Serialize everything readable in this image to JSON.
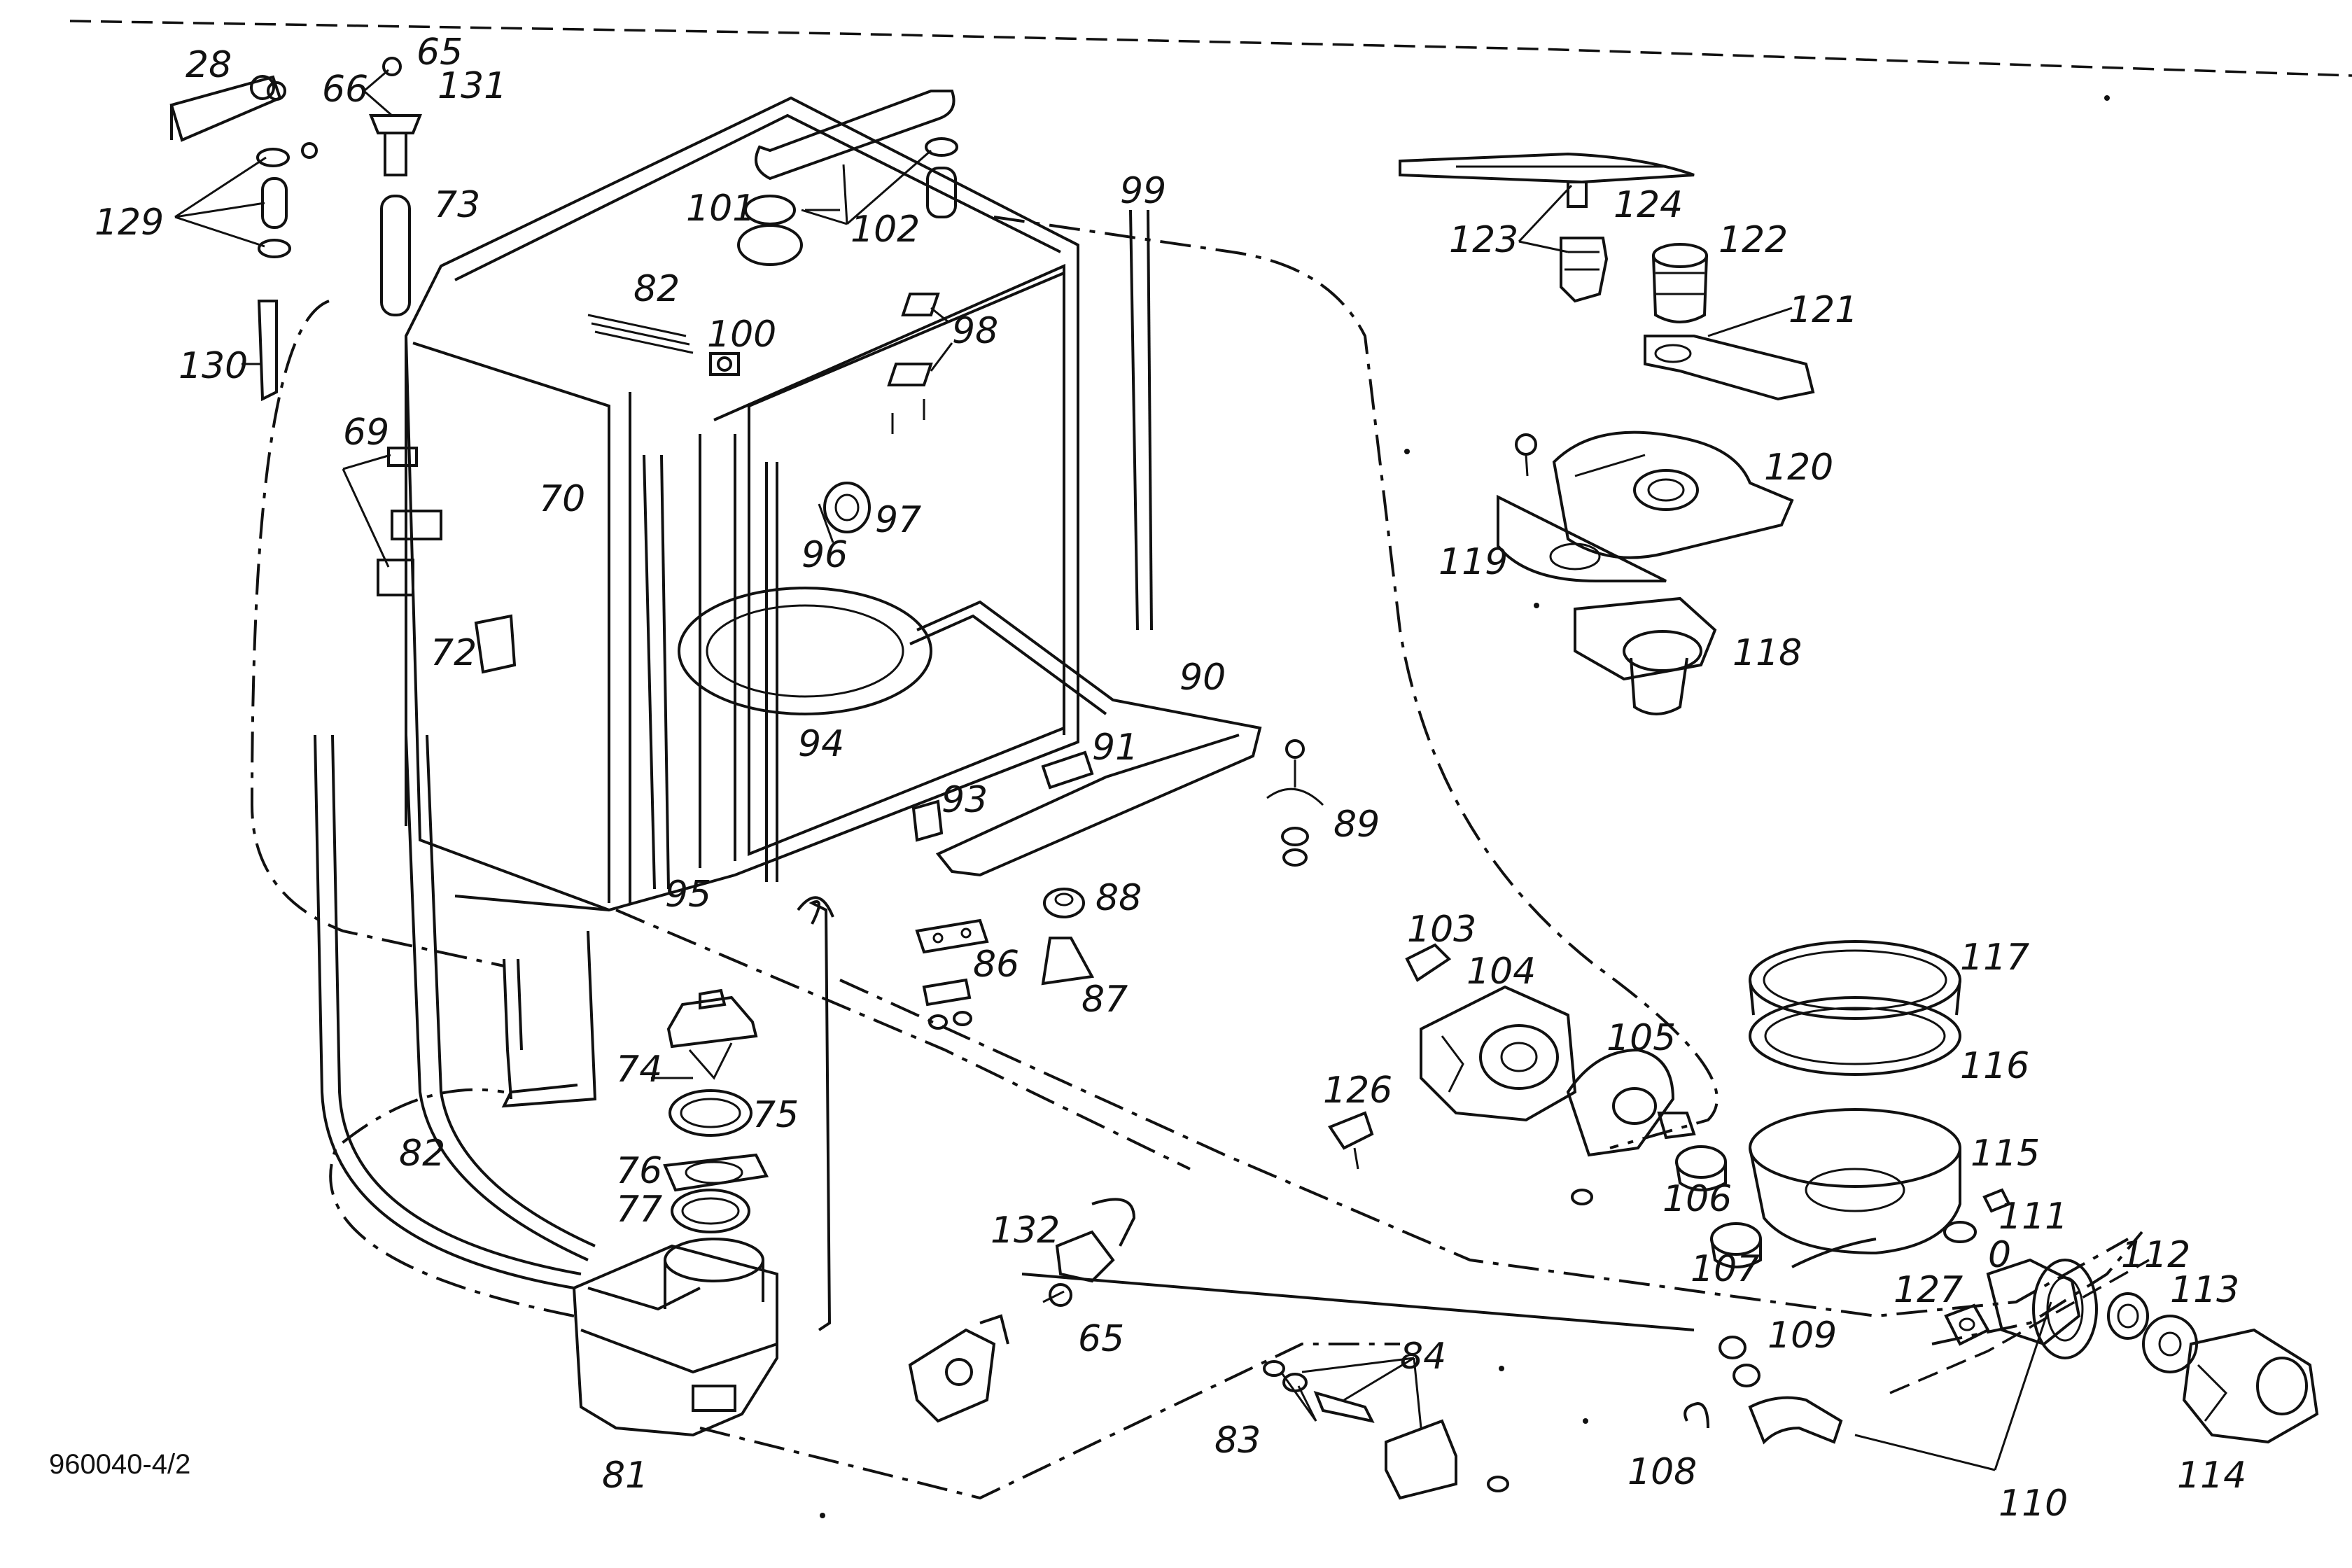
{
  "diagram": {
    "document_code": "960040-4/2",
    "part_labels": [
      {
        "id": "p28",
        "text": "28"
      },
      {
        "id": "p65a",
        "text": "65"
      },
      {
        "id": "p66",
        "text": "66"
      },
      {
        "id": "p131",
        "text": "131"
      },
      {
        "id": "p73",
        "text": "73"
      },
      {
        "id": "p129",
        "text": "129"
      },
      {
        "id": "p130",
        "text": "130"
      },
      {
        "id": "p101",
        "text": "101"
      },
      {
        "id": "p102",
        "text": "102"
      },
      {
        "id": "p99",
        "text": "99"
      },
      {
        "id": "p82a",
        "text": "82"
      },
      {
        "id": "p100",
        "text": "100"
      },
      {
        "id": "p98",
        "text": "98"
      },
      {
        "id": "p69",
        "text": "69"
      },
      {
        "id": "p70",
        "text": "70"
      },
      {
        "id": "p97",
        "text": "97"
      },
      {
        "id": "p96",
        "text": "96"
      },
      {
        "id": "p72",
        "text": "72"
      },
      {
        "id": "p90",
        "text": "90"
      },
      {
        "id": "p94",
        "text": "94"
      },
      {
        "id": "p91",
        "text": "91"
      },
      {
        "id": "p93",
        "text": "93"
      },
      {
        "id": "p89",
        "text": "89"
      },
      {
        "id": "p95",
        "text": "95"
      },
      {
        "id": "p88",
        "text": "88"
      },
      {
        "id": "p86",
        "text": "86"
      },
      {
        "id": "p87",
        "text": "87"
      },
      {
        "id": "p74",
        "text": "74"
      },
      {
        "id": "p75",
        "text": "75"
      },
      {
        "id": "p76",
        "text": "76"
      },
      {
        "id": "p77",
        "text": "77"
      },
      {
        "id": "p82b",
        "text": "82"
      },
      {
        "id": "p81",
        "text": "81"
      },
      {
        "id": "p132",
        "text": "132"
      },
      {
        "id": "p65b",
        "text": "65"
      },
      {
        "id": "p84",
        "text": "84"
      },
      {
        "id": "p83",
        "text": "83"
      },
      {
        "id": "p124",
        "text": "124"
      },
      {
        "id": "p123",
        "text": "123"
      },
      {
        "id": "p122",
        "text": "122"
      },
      {
        "id": "p121",
        "text": "121"
      },
      {
        "id": "p120",
        "text": "120"
      },
      {
        "id": "p119",
        "text": "119"
      },
      {
        "id": "p118",
        "text": "118"
      },
      {
        "id": "p103",
        "text": "103"
      },
      {
        "id": "p104",
        "text": "104"
      },
      {
        "id": "p105",
        "text": "105"
      },
      {
        "id": "p117",
        "text": "117"
      },
      {
        "id": "p116",
        "text": "116"
      },
      {
        "id": "p115",
        "text": "115"
      },
      {
        "id": "p126",
        "text": "126"
      },
      {
        "id": "p106",
        "text": "106"
      },
      {
        "id": "p107",
        "text": "107"
      },
      {
        "id": "p111",
        "text": "111"
      },
      {
        "id": "p0",
        "text": "0"
      },
      {
        "id": "p112",
        "text": "112"
      },
      {
        "id": "p113",
        "text": "113"
      },
      {
        "id": "p127",
        "text": "127"
      },
      {
        "id": "p109",
        "text": "109"
      },
      {
        "id": "p108",
        "text": "108"
      },
      {
        "id": "p110",
        "text": "110"
      },
      {
        "id": "p114",
        "text": "114"
      }
    ]
  }
}
